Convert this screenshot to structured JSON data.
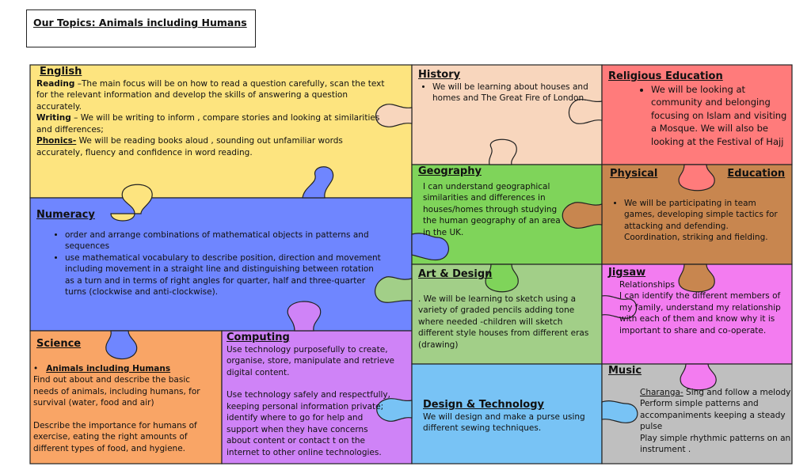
{
  "title": "Our Topics: Animals including Humans",
  "colors": {
    "english": "#fde47f",
    "numeracy": "#6f86ff",
    "science": "#f9a566",
    "computing": "#cf83f7",
    "history": "#f8d6bd",
    "geography": "#7fd45a",
    "art": "#a2cf88",
    "design": "#78c3f5",
    "re": "#ff7b7b",
    "pe": "#c8864f",
    "jigsaw": "#f37cf0",
    "music": "#bfbfbf"
  },
  "english": {
    "heading": "English",
    "reading_label": "Reading",
    "reading_text": " –The main focus will be on how to read a question carefully, scan the text for the relevant information and develop the skills of answering a question accurately.",
    "writing_label": "Writing",
    "writing_text": " – We will be writing to inform , compare stories and looking at similarities and differences;",
    "phonics_label": "Phonics-",
    "phonics_text": "  We will be reading books aloud , sounding out unfamiliar words accurately, fluency and confidence in word reading."
  },
  "numeracy": {
    "heading": "Numeracy",
    "items": [
      "order and arrange combinations of mathematical objects in patterns and sequences",
      "use mathematical vocabulary to describe position, direction and movement including movement in a straight line and distinguishing between rotation as a turn and in terms of right angles for quarter, half and three-quarter turns (clockwise and anti-clockwise)."
    ]
  },
  "science": {
    "heading": "Science",
    "bullet": "Animals including Humans",
    "para1": "Find out about and describe the basic needs of animals, including humans, for survival (water, food and air)",
    "para2": "Describe the importance for humans of exercise, eating the right amounts of different types of food, and hygiene."
  },
  "computing": {
    "heading": "Computing",
    "para1": "Use technology purposefully to create, organise, store, manipulate and retrieve digital content.",
    "para2": "Use technology safely and respectfully, keeping personal information private; identify where to go for help and support when they have concerns about content or contact t on the internet to other online technologies."
  },
  "history": {
    "heading": "History",
    "item": "We will be learning about houses and homes and The Great Fire of London."
  },
  "geography": {
    "heading": "Geography",
    "text": "I can understand geographical similarities and differences in houses/homes through studying the human geography of an area in the UK."
  },
  "art": {
    "heading": "Art & Design",
    "text": ". We will be learning to sketch using a variety of graded pencils adding tone where needed -children will sketch different style houses from different eras (drawing)"
  },
  "design": {
    "heading": "Design &  Technology",
    "text": "We will design and make a purse using different sewing techniques."
  },
  "re": {
    "heading": "Religious Education",
    "item": "We will be looking at community and belonging focusing on Islam and visiting a Mosque. We will also be looking at the Festival of Hajj"
  },
  "pe": {
    "heading_left": "Physical",
    "heading_right": "Education",
    "item": "We will be participating in team games, developing simple tactics for attacking and defending. Coordination, striking and fielding."
  },
  "jigsaw": {
    "heading": "Jigsaw",
    "sub": "Relationships",
    "text": "I can identify the different members of my family, understand my relationship with each of them and know why it is important to share and co-operate."
  },
  "music": {
    "heading": "Music",
    "charanga_label": "Charanga-",
    "line1": "   Sing and follow a melody",
    "line2": "Perform simple patterns and accompaniments keeping a steady pulse",
    "line3": "Play simple rhythmic patterns on an instrument ."
  }
}
